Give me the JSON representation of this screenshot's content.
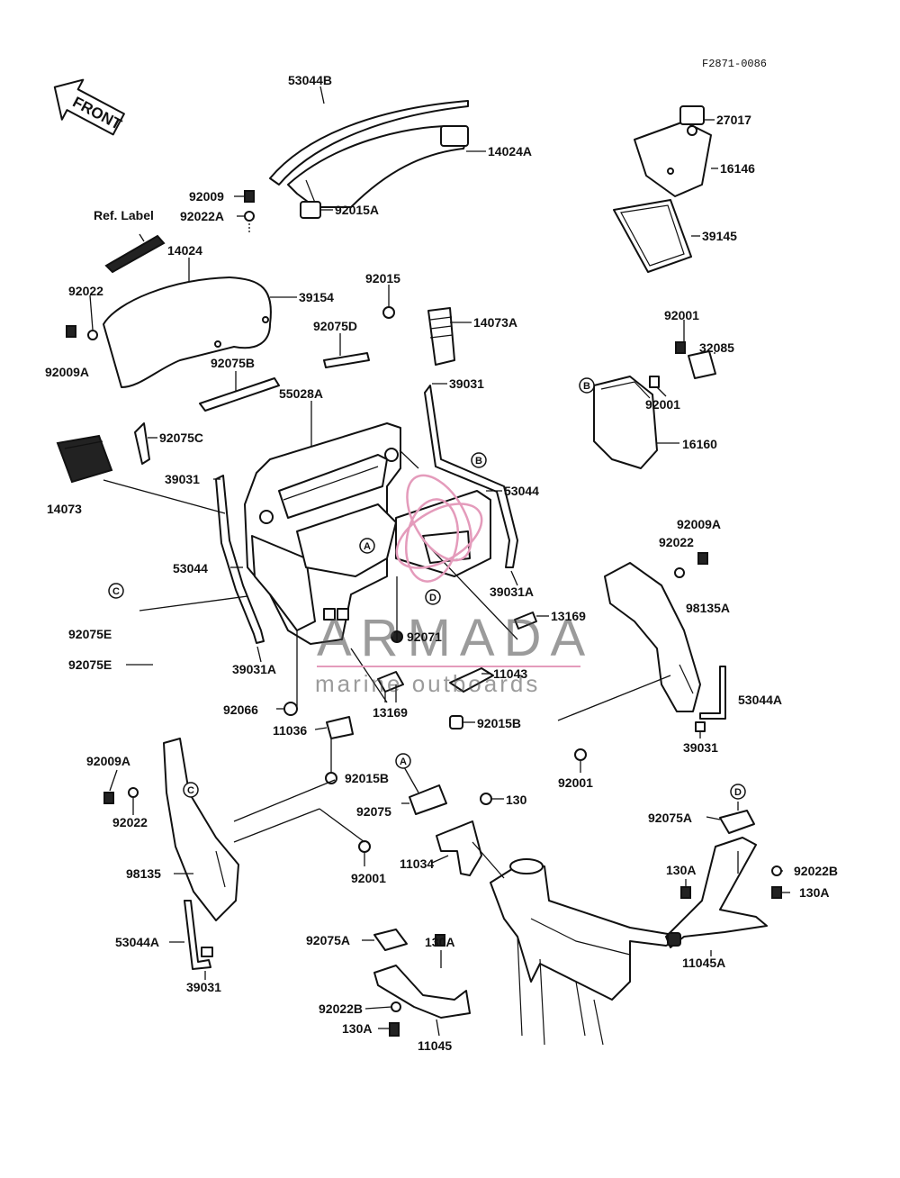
{
  "diagram_code": "F2871-0086",
  "front_arrow": "FRONT",
  "watermark": {
    "brand": "ARMADA",
    "tagline": "marine outboards",
    "accent": "#e49bbb"
  },
  "ref_label": "Ref. Label",
  "callouts": [
    "A",
    "B",
    "C",
    "D"
  ],
  "labels": {
    "p53044B": "53044B",
    "p14024A": "14024A",
    "p27017": "27017",
    "p16146": "16146",
    "p39145": "39145",
    "p92009": "92009",
    "p92022A": "92022A",
    "p92015A": "92015A",
    "p14024": "14024",
    "p92022": "92022",
    "p39154": "39154",
    "p92015": "92015",
    "p14073A": "14073A",
    "p92075D": "92075D",
    "p92009A_l": "92009A",
    "p92075B": "92075B",
    "p92001_t": "92001",
    "p32085": "32085",
    "p92001_m": "92001",
    "p16160": "16160",
    "p55028A": "55028A",
    "p39031_t": "39031",
    "p92075C": "92075C",
    "p14073": "14073",
    "p39031_l": "39031",
    "p53044": "53044",
    "p92009A_r": "92009A",
    "p92022_r": "92022",
    "p98135A": "98135A",
    "p53044_l": "53044",
    "p39031A_r": "39031A",
    "p92075E_1": "92075E",
    "p92075E_2": "92075E",
    "p92071": "92071",
    "p13169_r": "13169",
    "p11043": "11043",
    "p39031A_l": "39031A",
    "p53044A_r": "53044A",
    "p92066": "92066",
    "p13169_m": "13169",
    "p92015B_r": "92015B",
    "p11036": "11036",
    "p39031_r": "39031",
    "p92001_r": "92001",
    "p92009A_b": "92009A",
    "p92015B_l": "92015B",
    "p130": "130",
    "p92022_b": "92022",
    "p92075": "92075",
    "p92075A_r": "92075A",
    "p98135": "98135",
    "p92001_b": "92001",
    "p11034": "11034",
    "p130A_r1": "130A",
    "p92022B_r": "92022B",
    "p130A_r2": "130A",
    "p53044A_l": "53044A",
    "p92075A_l": "92075A",
    "p130A_b": "130A",
    "p11045A": "11045A",
    "p39031_b": "39031",
    "p92022B_l": "92022B",
    "p130A_l": "130A",
    "p11045": "11045"
  }
}
